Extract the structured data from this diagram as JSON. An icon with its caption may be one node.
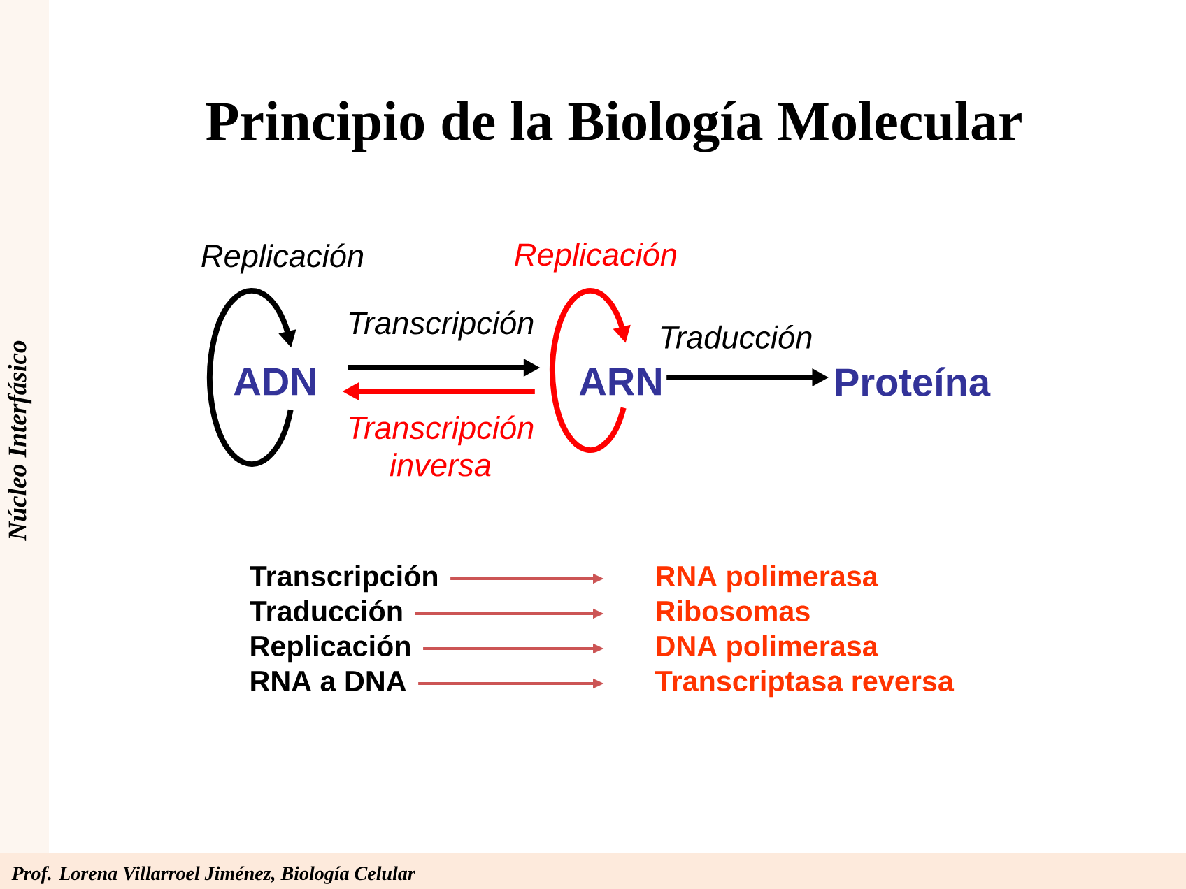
{
  "diagram": {
    "title": "Principio de la Biología Molecular",
    "nodes": [
      {
        "text": [
          "ADN"
        ]
      },
      {
        "text": [
          "ARN"
        ]
      },
      {
        "text": [
          "Proteína"
        ]
      },
      {
        "text": [
          "Transcripción"
        ]
      },
      {
        "text": [
          "RNA polimerasa"
        ]
      },
      {
        "text": [
          "Traducción"
        ]
      },
      {
        "text": [
          "Ribosomas"
        ]
      },
      {
        "text": [
          "Replicación"
        ]
      },
      {
        "text": [
          "DNA polimerasa"
        ]
      },
      {
        "text": [
          "RNA a DNA"
        ]
      },
      {
        "text": [
          "Transcriptasa reversa"
        ]
      }
    ],
    "edges": [
      {
        "from": 0,
        "to": 0,
        "arrow": "to",
        "label": "Replicación",
        "color": "#000000"
      },
      {
        "from": 0,
        "to": 1,
        "arrow": "to",
        "label": "Transcripción",
        "color": "#000000"
      },
      {
        "from": 1,
        "to": 0,
        "arrow": "to",
        "label": "Transcripción inversa",
        "color": "#ff0000"
      },
      {
        "from": 1,
        "to": 1,
        "arrow": "to",
        "label": "Replicación",
        "color": "#ff0000"
      },
      {
        "from": 1,
        "to": 2,
        "arrow": "to",
        "label": "Traducción",
        "color": "#000000"
      },
      {
        "from": 3,
        "to": 4,
        "arrow": "to",
        "color": "#cc5555"
      },
      {
        "from": 5,
        "to": 6,
        "arrow": "to",
        "color": "#cc5555"
      },
      {
        "from": 7,
        "to": 8,
        "arrow": "to",
        "color": "#cc5555"
      },
      {
        "from": 9,
        "to": 10,
        "arrow": "to",
        "color": "#cc5555"
      }
    ],
    "labels": [
      "Núcleo Interfásico",
      "Prof. Lorena Villarroel Jiménez, Biología Celular"
    ]
  }
}
